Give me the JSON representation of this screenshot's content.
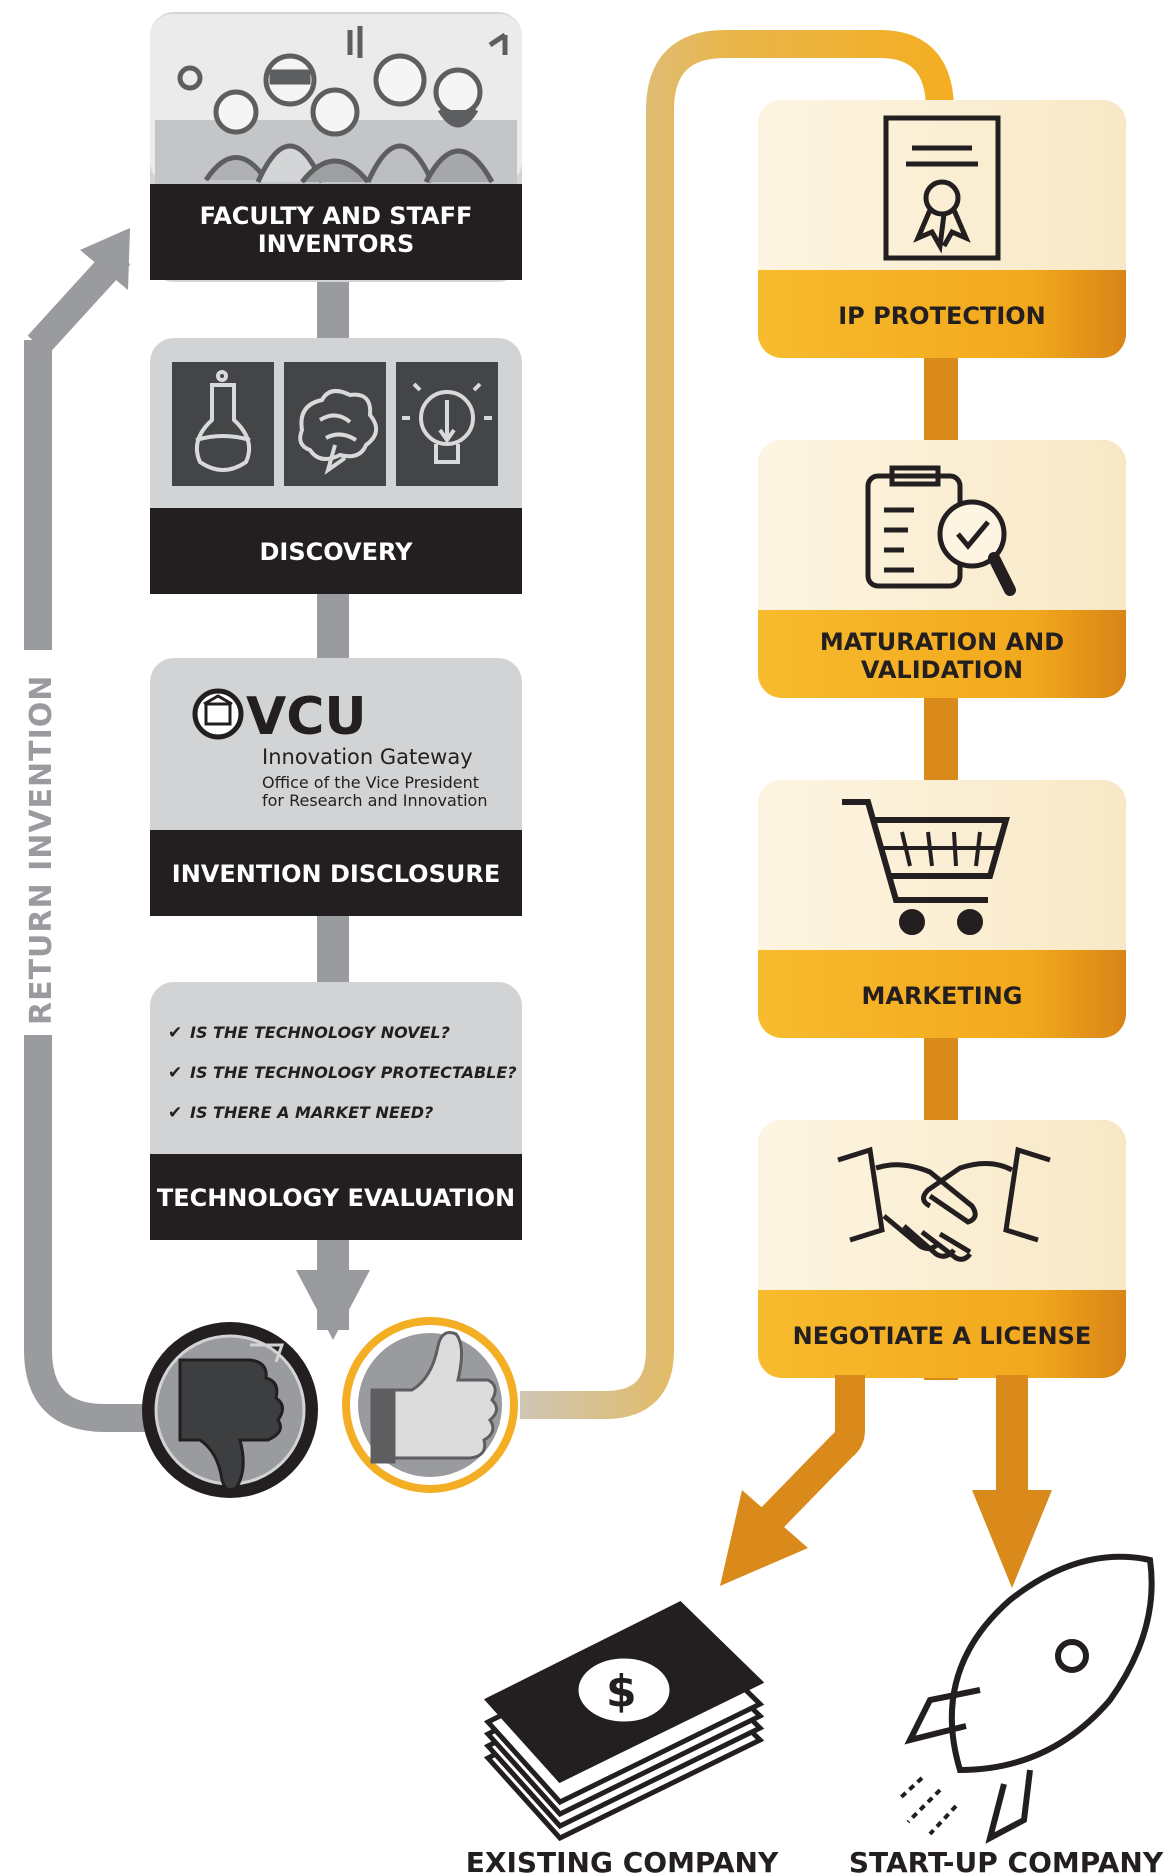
{
  "left_steps": {
    "inventors": {
      "label_line1": "FACULTY AND STAFF",
      "label_line2": "INVENTORS"
    },
    "discovery": {
      "label": "DISCOVERY"
    },
    "disclosure": {
      "label": "INVENTION DISCLOSURE",
      "logo": {
        "brand": "VCU",
        "line1": "Innovation Gateway",
        "line2": "Office of the Vice President",
        "line3": "for Research and Innovation"
      }
    },
    "evaluation": {
      "label": "TECHNOLOGY EVALUATION",
      "checklist": [
        "IS THE TECHNOLOGY NOVEL?",
        "IS THE TECHNOLOGY PROTECTABLE?",
        "IS THERE A MARKET NEED?"
      ]
    }
  },
  "return_label": "RETURN INVENTION",
  "right_steps": {
    "ip_protection": {
      "label": "IP PROTECTION"
    },
    "maturation": {
      "label_line1": "MATURATION AND",
      "label_line2": "VALIDATION"
    },
    "marketing": {
      "label": "MARKETING"
    },
    "license": {
      "label": "NEGOTIATE A LICENSE"
    }
  },
  "outcomes": {
    "existing": {
      "label": "EXISTING COMPANY"
    },
    "startup": {
      "label": "START-UP COMPANY"
    }
  },
  "colors": {
    "dark_band": "#231f20",
    "light_panel": "#d2d3d5",
    "icon_tile": "#444547",
    "gray_flow": "#9a9b9e",
    "orange": "#f6b322",
    "dark_orange": "#d98a1b",
    "cream": "#fdf1d7"
  }
}
